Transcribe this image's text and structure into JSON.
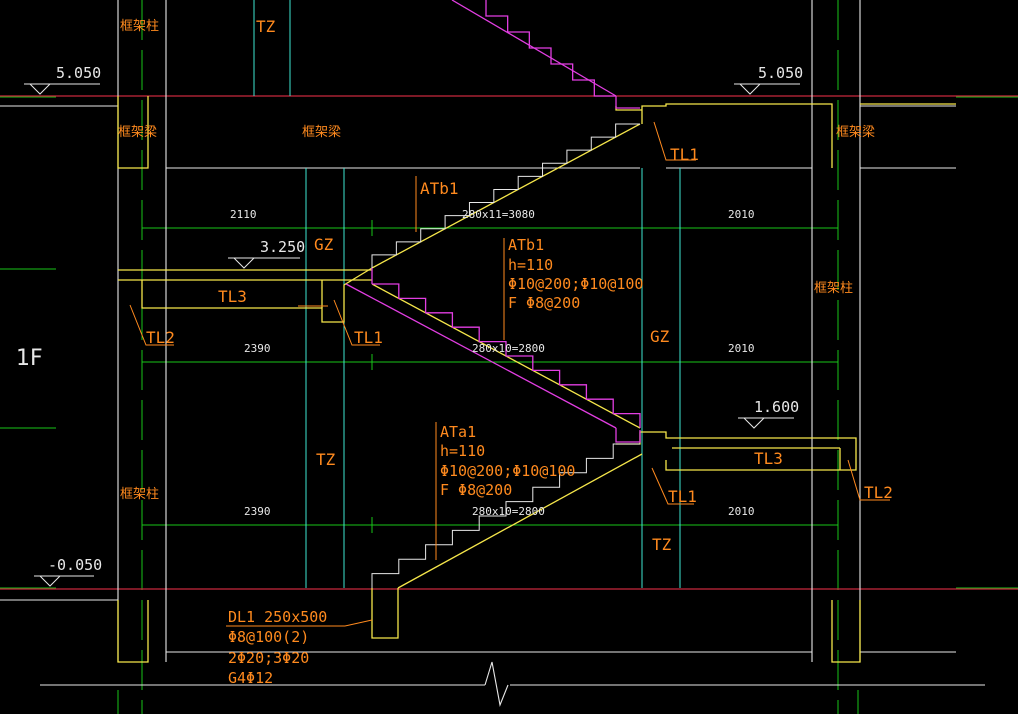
{
  "colors": {
    "background": "#000000",
    "green": "#19c419",
    "cyan": "#3ee6d2",
    "yellow": "#f5e64a",
    "magenta": "#e23ee2",
    "red": "#c8283c",
    "white": "#e8e8e8",
    "orange": "#ff8a1e"
  },
  "floor_label": "1F",
  "elevations": {
    "top_left": "5.050",
    "top_right": "5.050",
    "landing_mid": "3.250",
    "landing_low": "1.600",
    "base": "-0.050"
  },
  "dimensions": {
    "upper_left": "2110",
    "upper_mid": "280x11=3080",
    "upper_right": "2010",
    "middle_left": "2390",
    "middle_mid": "280x10=2800",
    "middle_right": "2010",
    "lower_left": "2390",
    "lower_mid": "280x10=2800",
    "lower_right": "2010"
  },
  "labels": {
    "kz_top": "框架柱",
    "kl_left": "框架梁",
    "kl_center": "框架梁",
    "kl_right": "框架梁",
    "kz_right": "框架柱",
    "kz_left_low": "框架柱",
    "tz_top": "TZ",
    "tz_mid": "TZ",
    "tz_low": "TZ",
    "gz_left": "GZ",
    "gz_right": "GZ",
    "tl1_top": "TL1",
    "tl1_mid": "TL1",
    "tl1_low": "TL1",
    "tl2_left": "TL2",
    "tl2_right": "TL2",
    "tl3_left": "TL3",
    "tl3_right": "TL3",
    "atb1_tag": "ATb1"
  },
  "notes": {
    "atb1": [
      "ATb1",
      "h=110",
      "Φ10@200;Φ10@100",
      "F Φ8@200"
    ],
    "ata1": [
      "ATa1",
      "h=110",
      "Φ10@200;Φ10@100",
      "F Φ8@200"
    ],
    "dl1": [
      "DL1 250x500",
      "Φ8@100(2)",
      "2Φ20;3Φ20",
      "G4Φ12"
    ]
  }
}
